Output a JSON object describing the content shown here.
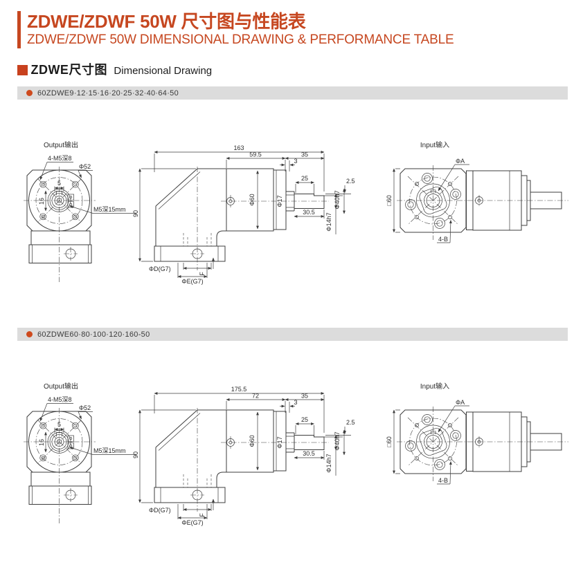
{
  "header": {
    "title_cn": "ZDWE/ZDWF 50W 尺寸图与性能表",
    "title_en": "ZDWE/ZDWF 50W DIMENSIONAL DRAWING & PERFORMANCE TABLE"
  },
  "section_header": {
    "title_cn": "ZDWE尺寸图",
    "title_en": "Dimensional Drawing"
  },
  "colors": {
    "accent_orange": "#c64720",
    "bullet_orange": "#ce4a1e",
    "banner_gray": "#dcdcdc",
    "line_gray": "#3c3c3c"
  },
  "sections": [
    {
      "banner": "60ZDWE9·12·15·16·20·25·32·40·64·50",
      "output_view": {
        "title": "Output输出",
        "screws_label": "4-M5深8",
        "flange_dia": "Φ52",
        "key_width": "5",
        "key_height": "16",
        "tap_label": "M5深15mm"
      },
      "side_view": {
        "overall_length": "163",
        "body_length": "59.5",
        "input_length": "35",
        "flange_gap": "3",
        "height": "90",
        "body_dia": "Φ60",
        "neck_dia": "Φ17",
        "key_length": "25",
        "key_depth": "2.5",
        "shaft_length": "30.5",
        "shaft_dia": "Φ14h7",
        "pilot_dia": "Φ40h7",
        "base_dia_d": "ΦD(G7)",
        "base_dia_e": "ΦE(G7)",
        "base_f": "F"
      },
      "input_view": {
        "title": "Input输入",
        "bore_dia": "ΦA",
        "square_size": "□60",
        "bolts_label": "4-B"
      }
    },
    {
      "banner": "60ZDWE60·80·100·120·160-50",
      "output_view": {
        "title": "Output输出",
        "screws_label": "4-M5深8",
        "flange_dia": "Φ52",
        "key_width": "5",
        "key_height": "16",
        "tap_label": "M5深15mm"
      },
      "side_view": {
        "overall_length": "175.5",
        "body_length": "72",
        "input_length": "35",
        "flange_gap": "3",
        "height": "90",
        "body_dia": "Φ60",
        "neck_dia": "Φ17",
        "key_length": "25",
        "key_depth": "2.5",
        "shaft_length": "30.5",
        "shaft_dia": "Φ14h7",
        "pilot_dia": "Φ40h7",
        "base_dia_d": "ΦD(G7)",
        "base_dia_e": "ΦE(G7)",
        "base_f": "F"
      },
      "input_view": {
        "title": "Input输入",
        "bore_dia": "ΦA",
        "square_size": "□60",
        "bolts_label": "4-B"
      }
    }
  ]
}
